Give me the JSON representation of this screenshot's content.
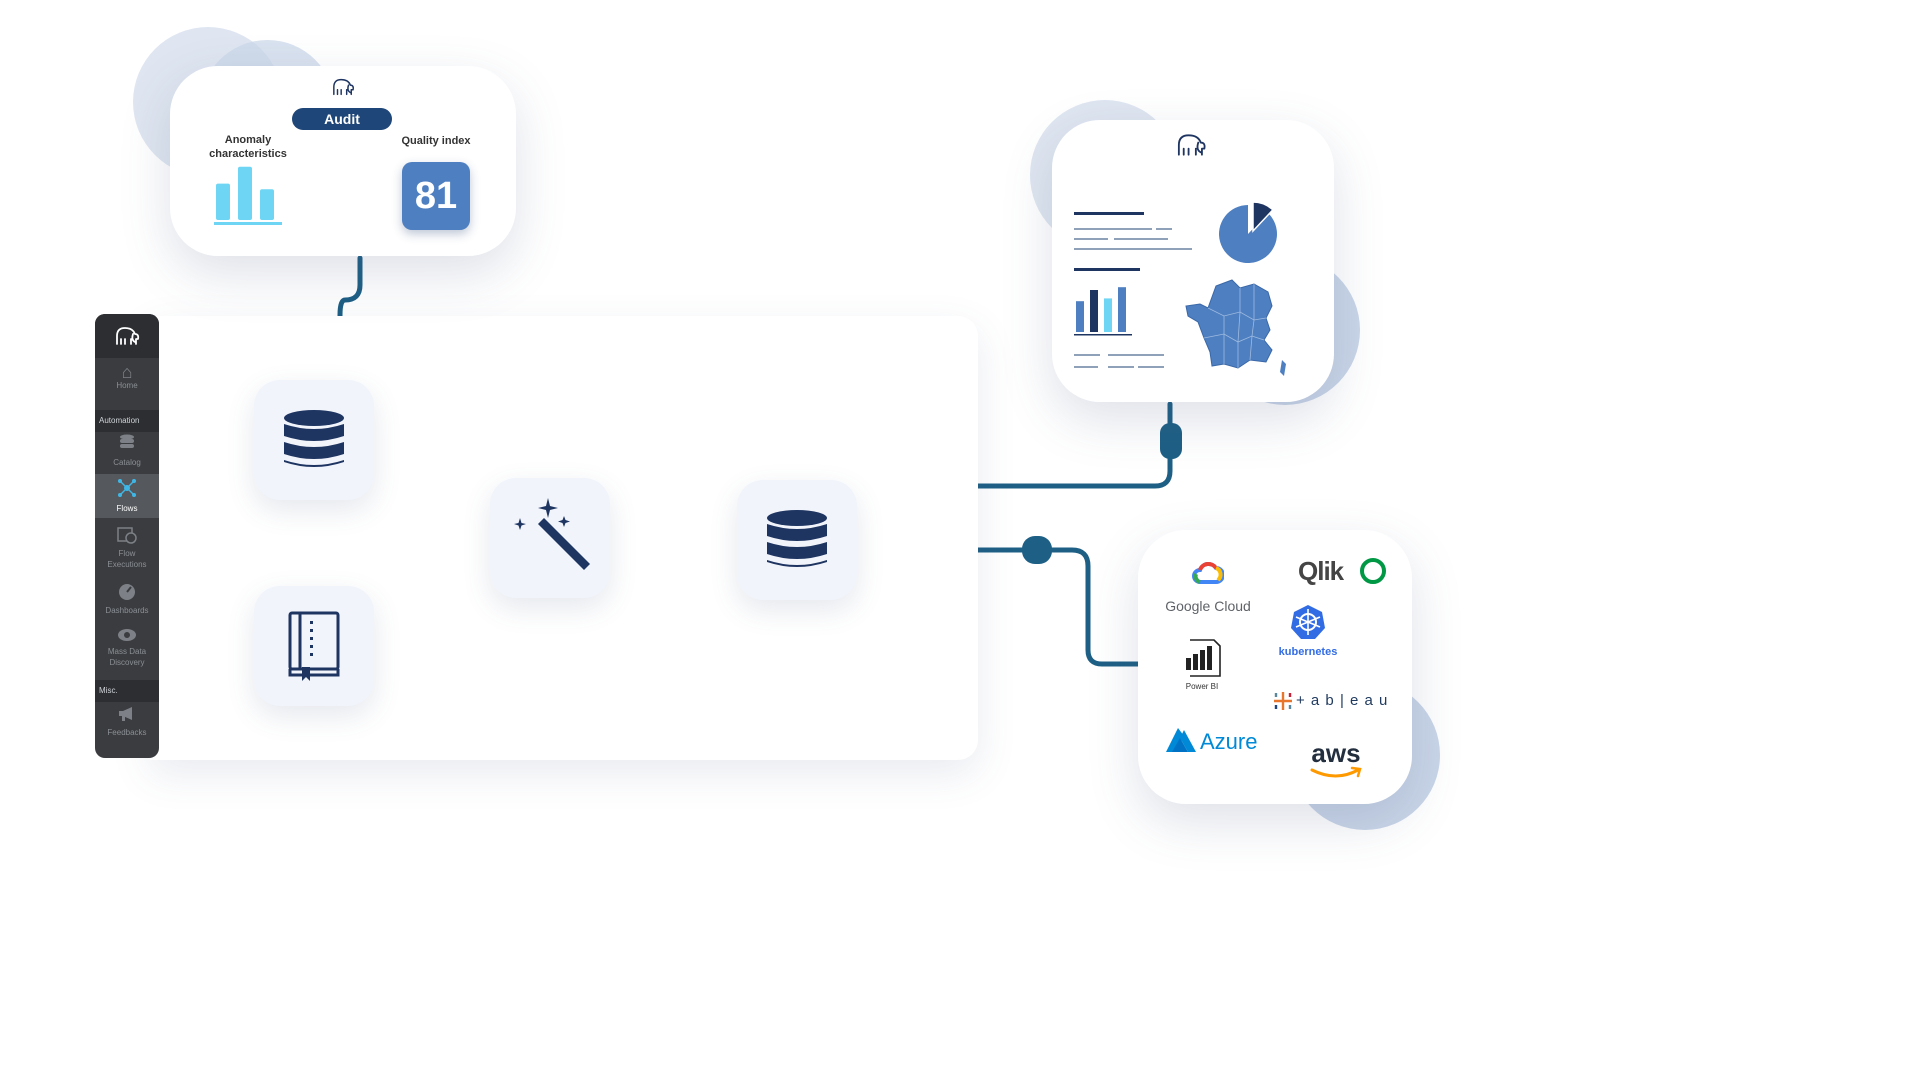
{
  "audit_card": {
    "badge": "Audit",
    "anomaly_label": "Anomaly\ncharacteristics",
    "quality_label": "Quality index",
    "quality_value": "81",
    "anomaly_bar_levels": [
      0.65,
      0.95,
      0.55
    ]
  },
  "sidebar": {
    "items": [
      {
        "label": "Home",
        "icon": "home-icon"
      },
      {
        "label": "Catalog",
        "icon": "database-icon"
      },
      {
        "label": "Flows",
        "icon": "flows-icon",
        "active": true
      },
      {
        "label": "Flow\nExecutions",
        "icon": "calendar-clock-icon"
      },
      {
        "label": "Dashboards",
        "icon": "gauge-icon"
      },
      {
        "label": "Mass Data\nDiscovery",
        "icon": "eye-icon"
      },
      {
        "label": "Feedbacks",
        "icon": "megaphone-icon"
      }
    ],
    "sections": [
      "Automation",
      "Misc."
    ]
  },
  "flow": {
    "nodes": [
      "database-icon",
      "book-icon",
      "magic-wand-icon",
      "database-icon"
    ]
  },
  "report_card": {
    "pie_fractions": [
      0.88,
      0.12
    ],
    "bar_levels": [
      0.55,
      0.75,
      0.6,
      0.8
    ]
  },
  "integrations": {
    "google_cloud": "Google Cloud",
    "qlik": "Qlik",
    "kubernetes": "kubernetes",
    "power_bi": "Power BI",
    "tableau": "+ a b | e a u",
    "azure": "Azure",
    "aws": "aws"
  },
  "colors": {
    "navy": "#1e3461",
    "accent": "#4e7fc1",
    "cyan": "#5ed2f2",
    "line": "#1e5f85",
    "sidebar": "#3a3c3f"
  }
}
